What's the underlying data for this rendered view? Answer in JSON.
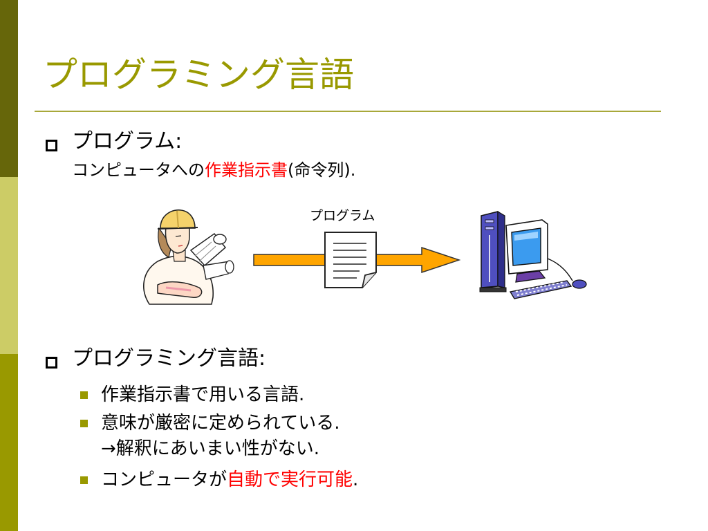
{
  "slide": {
    "title": "プログラミング言語",
    "colors": {
      "accent": "#999900",
      "sidebar_dark": "#66660a",
      "sidebar_light": "#cccc66",
      "highlight": "#ff0000",
      "arrow": "#ffa500"
    }
  },
  "section1": {
    "heading": "プログラム:",
    "line_prefix": "コンピュータへの",
    "line_highlight": "作業指示書",
    "line_suffix": "(命令列)."
  },
  "diagram": {
    "document_label": "プログラム",
    "icons": [
      "worker-with-blueprints-icon",
      "document-icon",
      "arrow-right-icon",
      "computer-icon"
    ]
  },
  "section2": {
    "heading": "プログラミング言語:",
    "items": [
      {
        "text": "作業指示書で用いる言語."
      },
      {
        "line1": "意味が厳密に定められている.",
        "line2": "→解釈にあいまい性がない."
      },
      {
        "prefix": "コンピュータが",
        "highlight": "自動で実行可能",
        "suffix": "."
      }
    ]
  }
}
